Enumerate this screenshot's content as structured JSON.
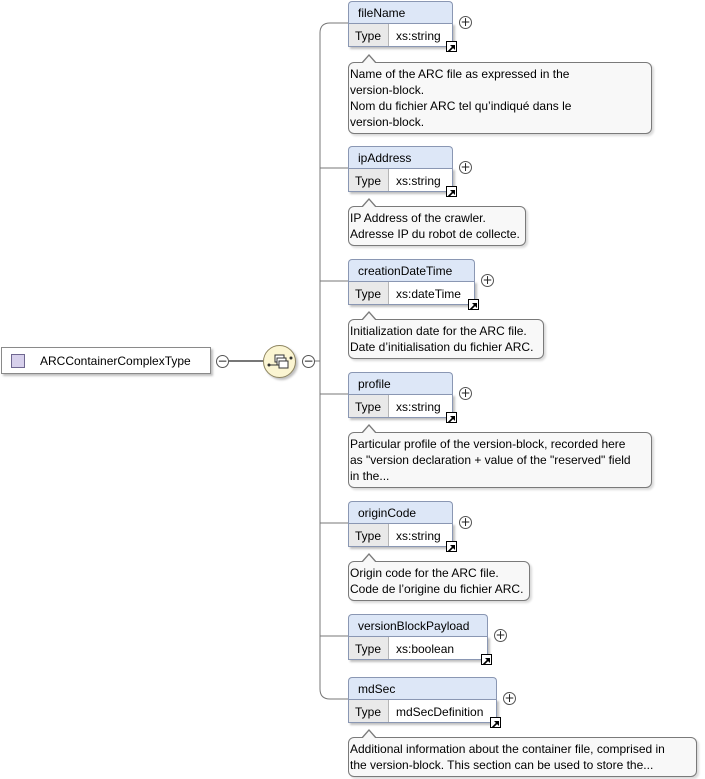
{
  "root": {
    "name": "ARCContainerComplexType"
  },
  "type_label": "Type",
  "elements": [
    {
      "name": "fileName",
      "type": "xs:string",
      "annotation": [
        "Name of the ARC file as expressed in the",
        "version-block.",
        "Nom du fichier ARC tel qu’indiqué dans le",
        "version-block."
      ]
    },
    {
      "name": "ipAddress",
      "type": "xs:string",
      "annotation": [
        "IP Address of the crawler.",
        "Adresse IP du robot de collecte."
      ]
    },
    {
      "name": "creationDateTime",
      "type": "xs:dateTime",
      "annotation": [
        "Initialization date for the ARC file.",
        "Date d’initialisation du fichier ARC."
      ]
    },
    {
      "name": "profile",
      "type": "xs:string",
      "annotation": [
        "Particular profile of the version-block, recorded here",
        "as \"version declaration + value of the \"reserved\" field",
        "in the..."
      ]
    },
    {
      "name": "originCode",
      "type": "xs:string",
      "annotation": [
        "Origin code for the ARC file.",
        "Code de l’origine du fichier ARC."
      ]
    },
    {
      "name": "versionBlockPayload",
      "type": "xs:boolean",
      "annotation": []
    },
    {
      "name": "mdSec",
      "type": "mdSecDefinition",
      "annotation": [
        "Additional information about the container file, comprised in",
        "the version-block. This section can be used to store the..."
      ]
    }
  ],
  "colors": {
    "element_header": "#dde7f7",
    "sequence_fill": "#fbf5d2",
    "root_icon": "#d7d0ec"
  }
}
